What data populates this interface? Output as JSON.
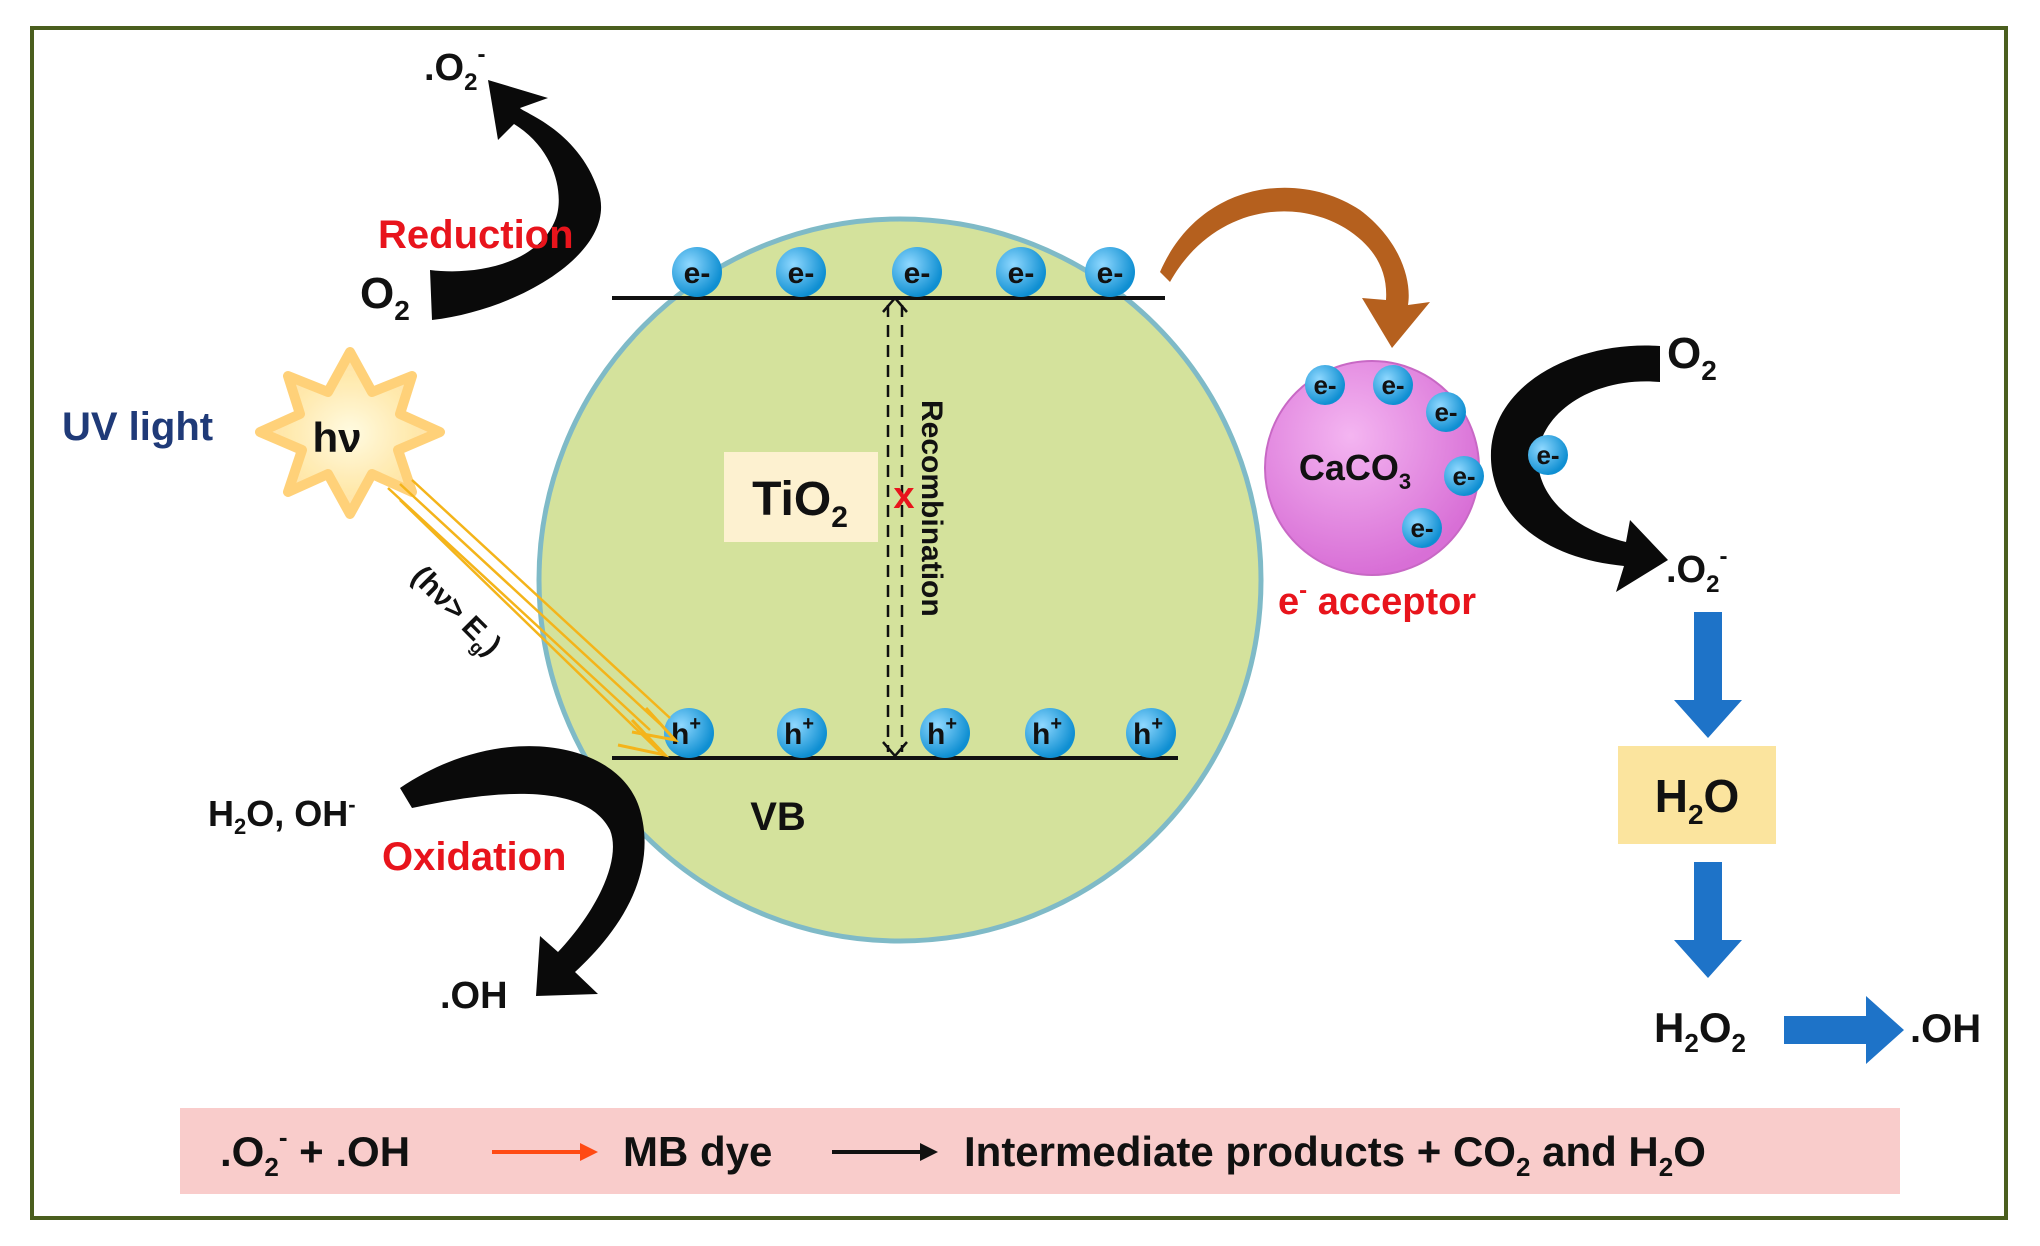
{
  "labels": {
    "o2_radical_top": {
      "base": ".O",
      "sub": "2",
      "sup": "-"
    },
    "reduction": "Reduction",
    "o2_left": {
      "base": "O",
      "sub": "2"
    },
    "uv_light": "UV light",
    "hv": "hν",
    "hv_condition": {
      "pre": "(hν> E",
      "sub": "g",
      "post": ")"
    },
    "h2o_oh": {
      "a": "H",
      "a_sub": "2",
      "b": "O, OH",
      "b_sup": "-"
    },
    "oxidation": "Oxidation",
    "oh_radical_left": ".OH",
    "tio2": {
      "base": "TiO",
      "sub": "2"
    },
    "recombination": "Recombination",
    "recombination_blocked": "x",
    "vb": "VB",
    "electron": "e-",
    "hole": {
      "base": "h",
      "sup": "+"
    },
    "caco3": {
      "base": "CaCO",
      "sub": "3"
    },
    "e_acceptor": {
      "base": "e",
      "sup": "-",
      "post": " acceptor"
    },
    "o2_right": {
      "base": "O",
      "sub": "2"
    },
    "o2_radical_right": {
      "base": ".O",
      "sub": "2",
      "sup": "-"
    },
    "h2o_box": {
      "base": "H",
      "sub": "2",
      "post": "O"
    },
    "h2o2": {
      "a": "H",
      "a_sub": "2",
      "b": "O",
      "b_sub": "2"
    },
    "oh_radical_right": ".OH"
  },
  "equation": {
    "reactants": {
      "part1": ".O",
      "part1_sub": "2",
      "part1_sup": "-",
      "part2": " + .OH"
    },
    "middle": "MB dye",
    "products": {
      "part1": "Intermediate products + CO",
      "part1_sub": "2",
      "part2": " and H",
      "part2_sub": "2",
      "part3": "O"
    }
  },
  "colors": {
    "frame": "#4a5e1e",
    "tio2_fill": "#d4e29c",
    "tio2_stroke": "#7fbac7",
    "caco3_fill": "#e38ee0",
    "particle": "#1ea6e8",
    "red_label": "#e8141c",
    "uv_label": "#1f3a78",
    "blue_arrow": "#1e73c8",
    "brown_arrow": "#b5601e",
    "h2o_box": "#fbe49e",
    "label_box": "#fdf1d0",
    "equation_box": "#f9cccb",
    "orange_arrow": "#ff4a14"
  }
}
